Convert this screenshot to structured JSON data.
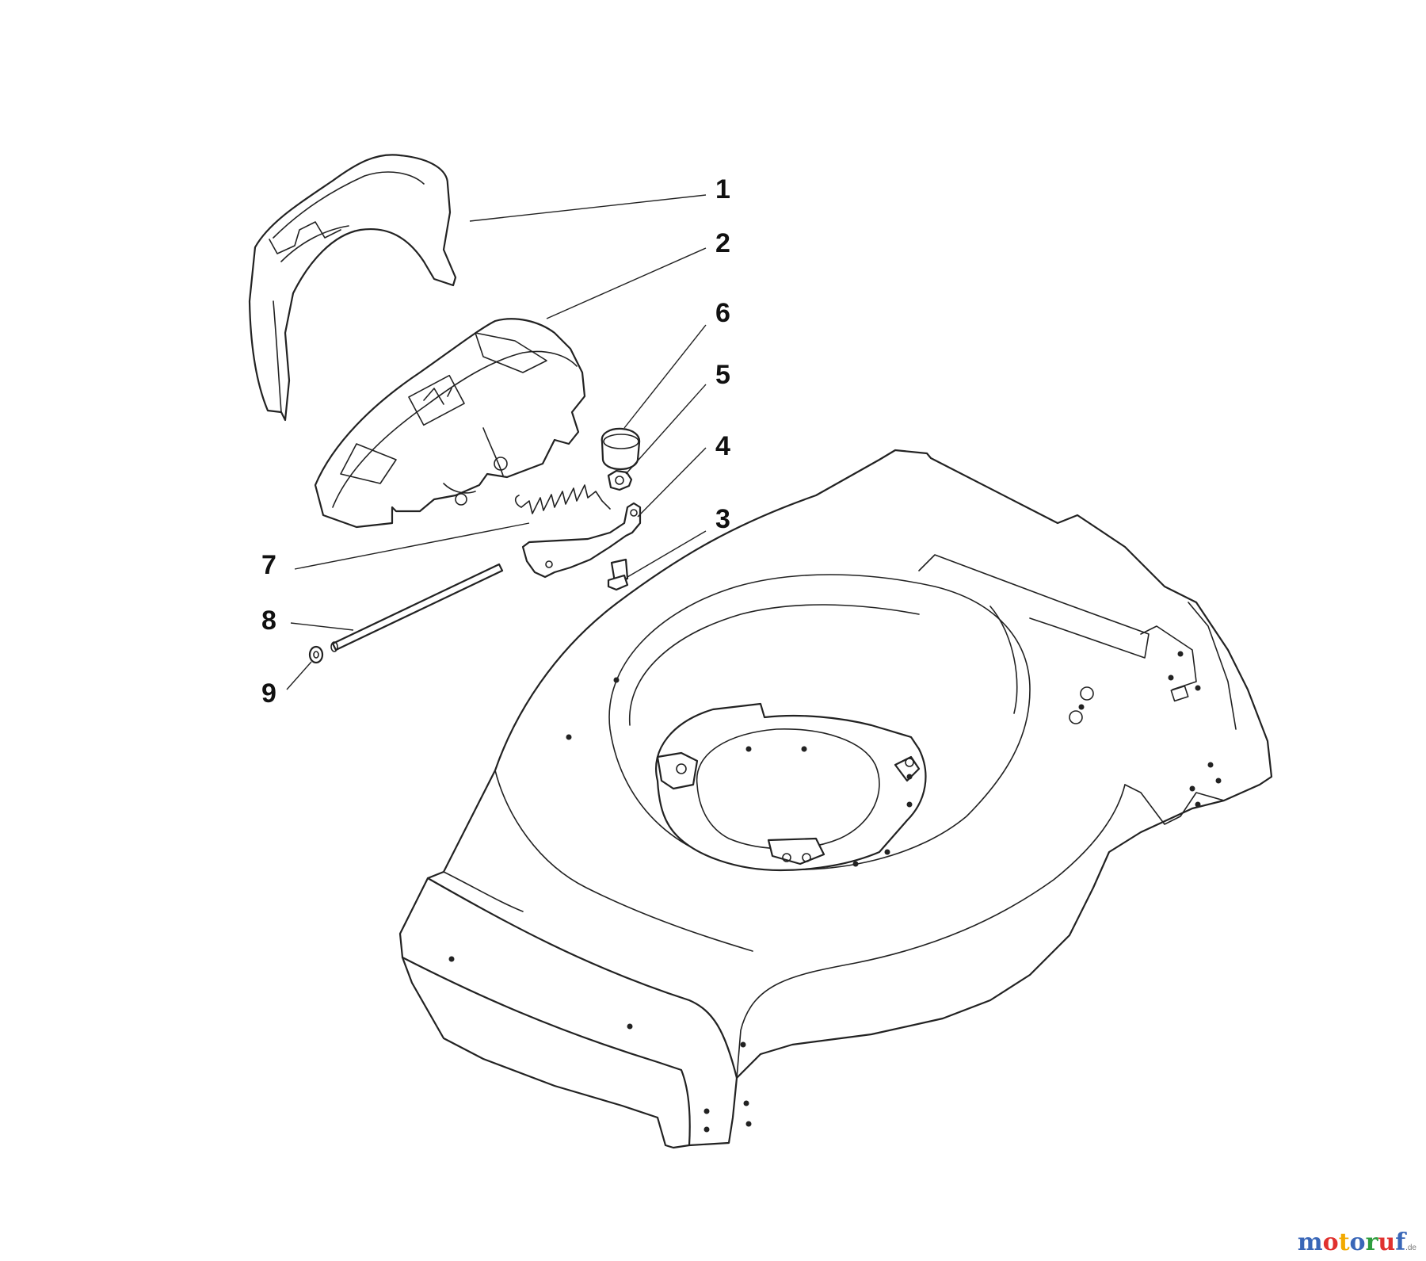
{
  "callouts": [
    {
      "id": "1",
      "label": "1"
    },
    {
      "id": "2",
      "label": "2"
    },
    {
      "id": "3",
      "label": "3"
    },
    {
      "id": "4",
      "label": "4"
    },
    {
      "id": "5",
      "label": "5"
    },
    {
      "id": "6",
      "label": "6"
    },
    {
      "id": "7",
      "label": "7"
    },
    {
      "id": "8",
      "label": "8"
    },
    {
      "id": "9",
      "label": "9"
    }
  ],
  "watermark": {
    "letters": [
      "m",
      "o",
      "t",
      "o",
      "r",
      "u",
      "f"
    ],
    "colors": [
      "#3a67b8",
      "#e0312f",
      "#f2a900",
      "#3a67b8",
      "#2e9d3e",
      "#e0312f",
      "#3a67b8"
    ],
    "suffix": ".de"
  }
}
